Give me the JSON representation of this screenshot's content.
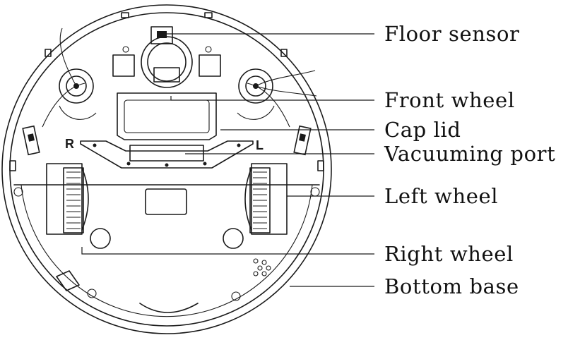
{
  "callouts": {
    "floor_sensor": "Floor sensor",
    "front_wheel": "Front wheel",
    "cap_lid": "Cap lid",
    "vacuuming_port": "Vacuuming port",
    "left_wheel": "Left wheel",
    "right_wheel": "Right wheel",
    "bottom_base": "Bottom base"
  },
  "markings": {
    "right": "R",
    "left": "L"
  },
  "colors": {
    "line": "#1a1a1a",
    "background": "#ffffff"
  }
}
